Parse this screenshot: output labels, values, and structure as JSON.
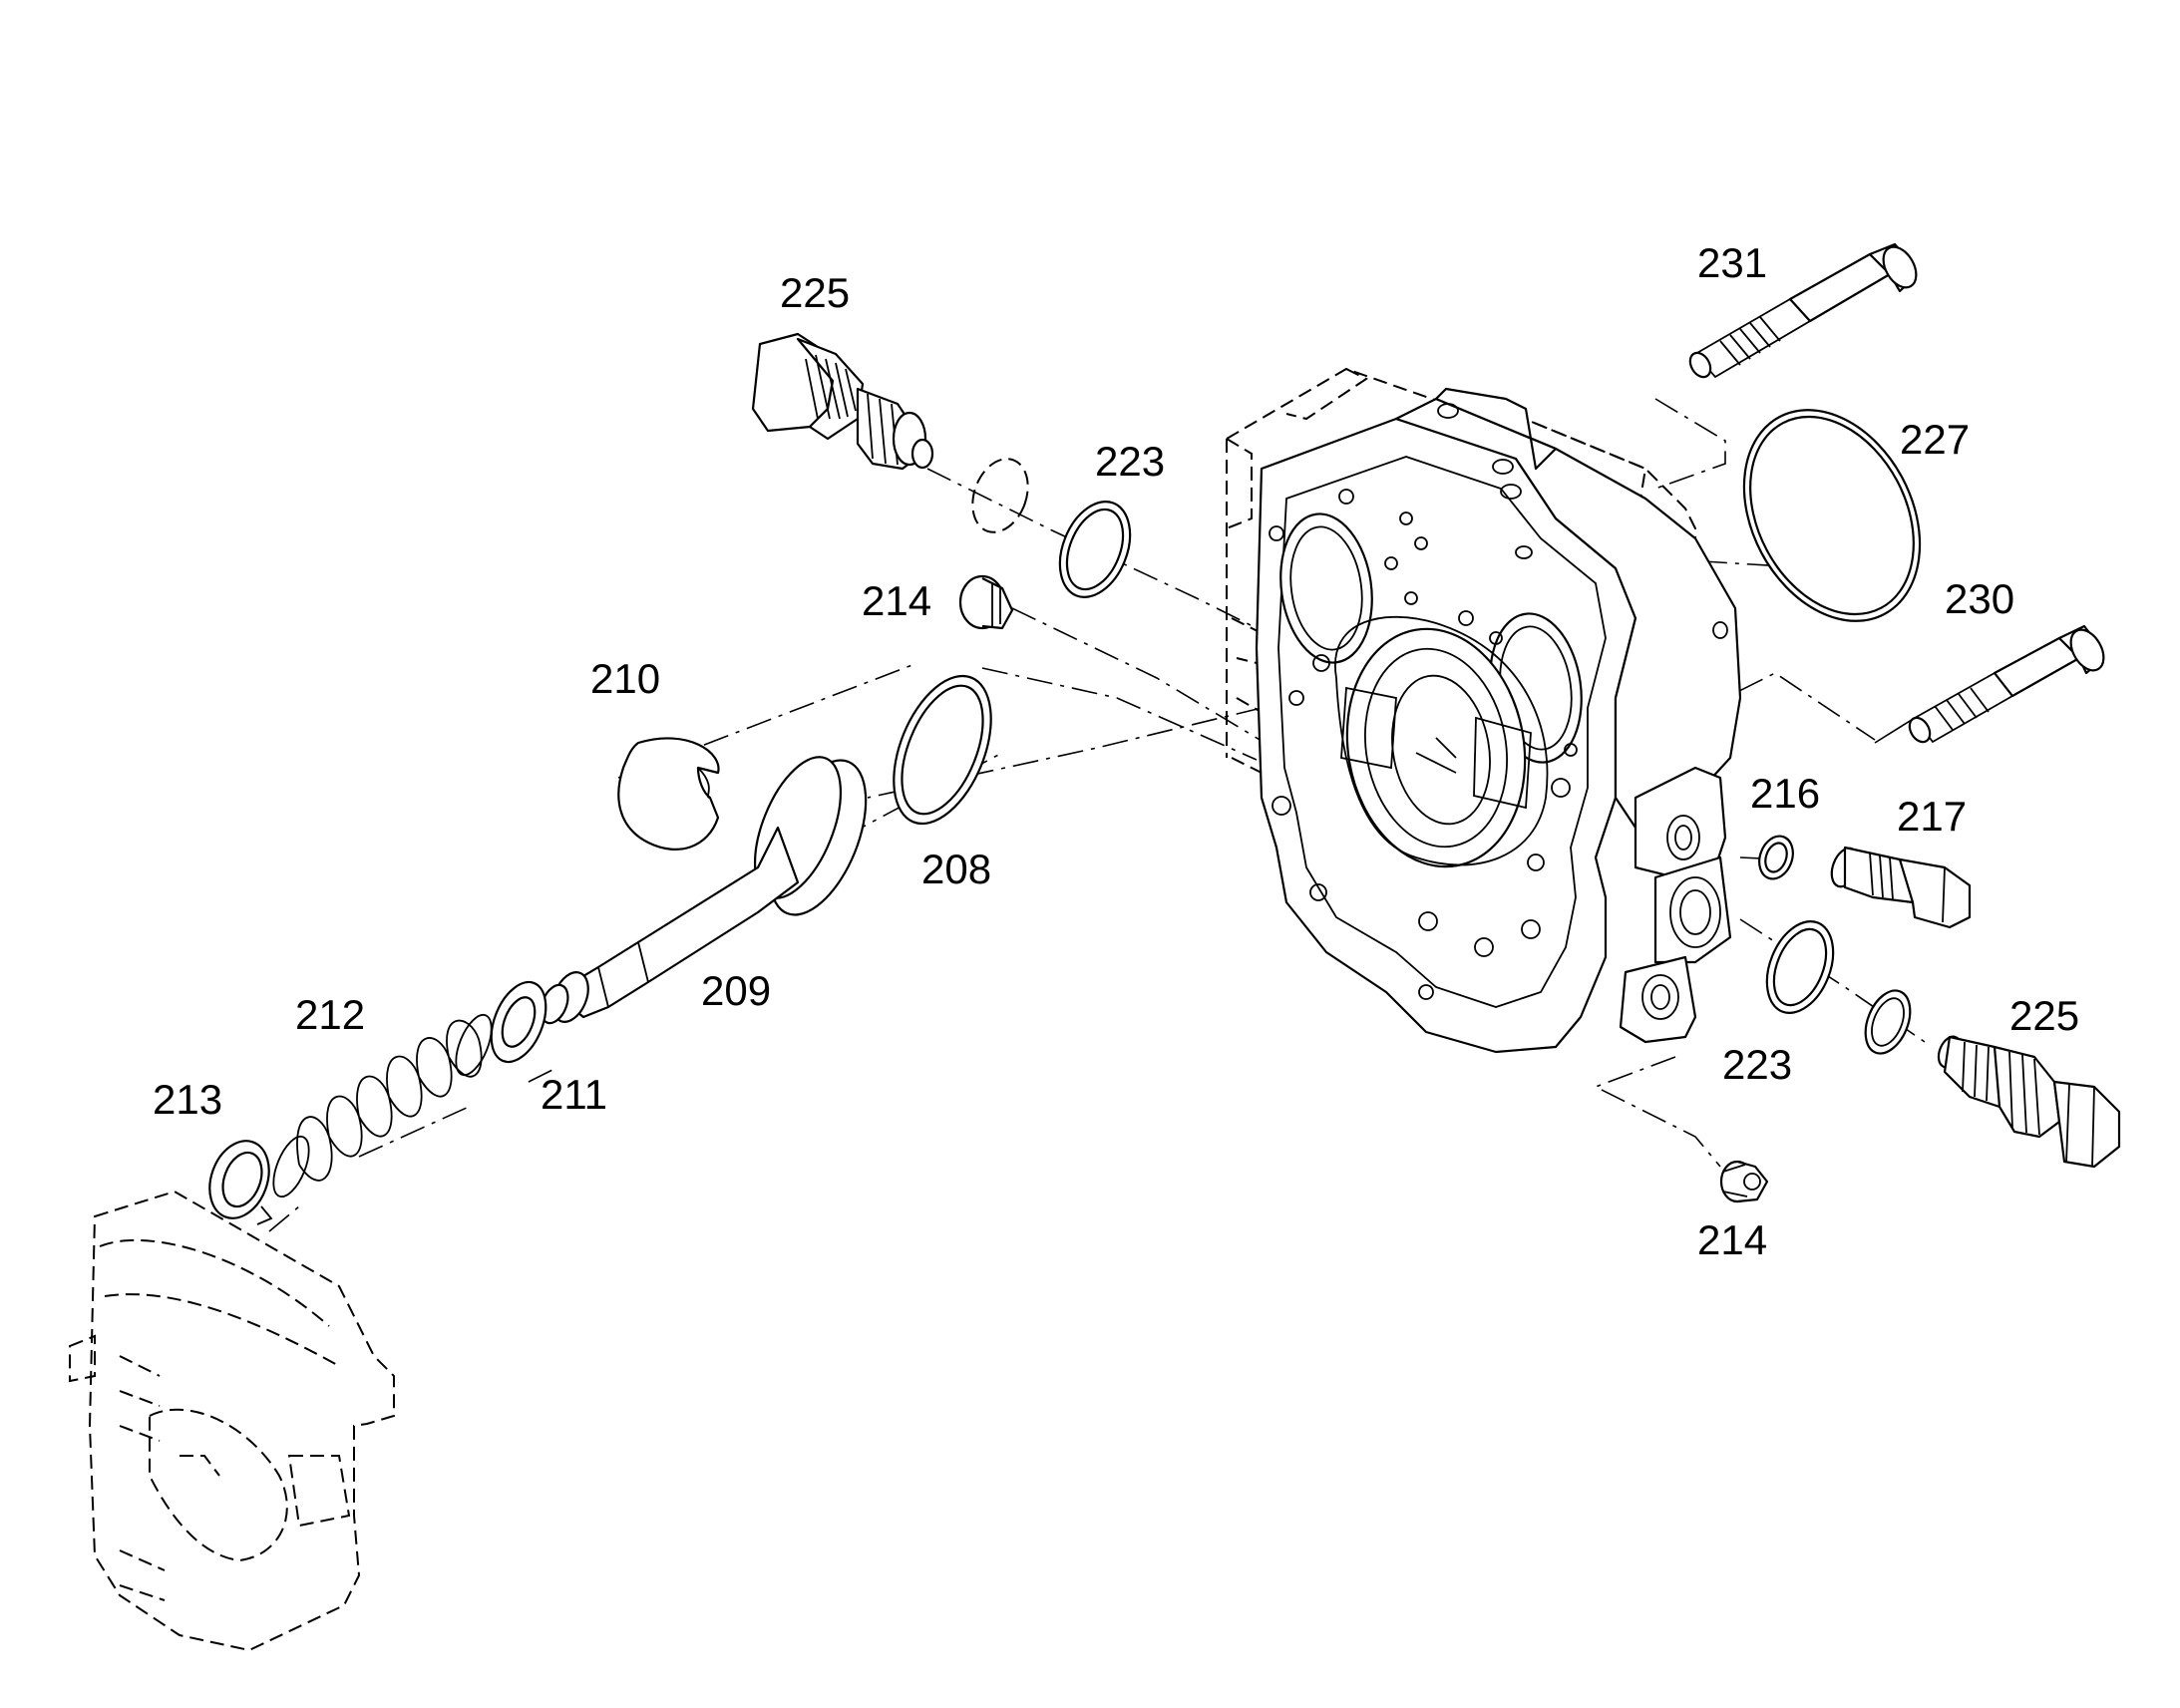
{
  "diagram": {
    "type": "exploded parts drawing",
    "callouts": {
      "p231": "231",
      "p225_top": "225",
      "p223_top": "223",
      "p227": "227",
      "p214_top": "214",
      "p230": "230",
      "p210": "210",
      "p208": "208",
      "p216": "216",
      "p217": "217",
      "p209": "209",
      "p212": "212",
      "p225_right": "225",
      "p211": "211",
      "p213": "213",
      "p223_right": "223",
      "p214_bottom": "214"
    }
  }
}
